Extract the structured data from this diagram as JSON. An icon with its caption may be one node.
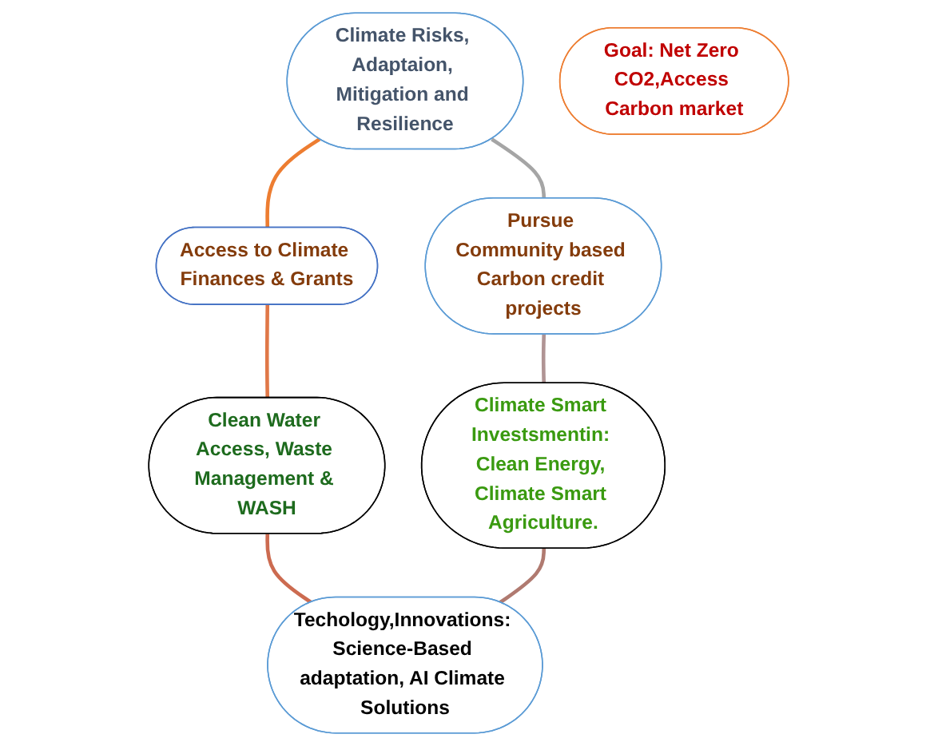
{
  "diagram": {
    "nodes": [
      {
        "text": [
          "Climate Risks, Adaptaion, Mitigation and Resilience"
        ]
      },
      {
        "text": [
          "Pursue Community based Carbon credit projects"
        ]
      },
      {
        "text": [
          "Access to Climate Finances & Grants"
        ]
      },
      {
        "text": [
          "Goal: Net Zero CO2,Access Carbon market"
        ]
      },
      {
        "text": [
          "Climate Smart Investsmentin: Clean Energy, Climate Smart Agriculture."
        ]
      },
      {
        "text": [
          "Clean Water Access, Waste Management & WASH"
        ]
      },
      {
        "text": [
          "Techology,Innovations: Science-Based adaptation, AI Climate Solutions"
        ]
      }
    ],
    "edges": [
      {
        "from": 0,
        "to": 1,
        "arrow": "none",
        "color": "#a5a5a5"
      },
      {
        "from": 0,
        "to": 2,
        "arrow": "none",
        "color": "#ed7d31"
      },
      {
        "from": 2,
        "to": 5,
        "arrow": "none",
        "color": "#e07848"
      },
      {
        "from": 5,
        "to": 6,
        "arrow": "none",
        "color": "#cc6b50"
      },
      {
        "from": 4,
        "to": 6,
        "arrow": "none",
        "color": "#b07a70"
      },
      {
        "from": 1,
        "to": 4,
        "arrow": "none",
        "color": "#b09494"
      }
    ]
  }
}
